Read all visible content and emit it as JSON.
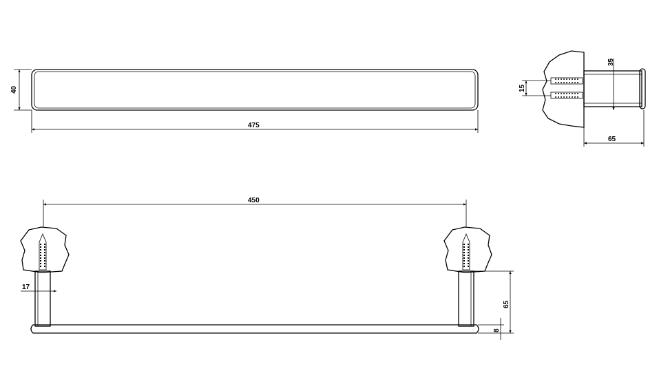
{
  "title": "Towel bar technical drawing",
  "dimensions": {
    "top_height": "40",
    "top_length": "475",
    "side_diameter": "35",
    "side_screw_spacing": "15",
    "side_projection": "65",
    "front_center_distance": "450",
    "front_post_width": "17",
    "front_projection": "65",
    "front_bar_thickness": "8"
  },
  "colors": {
    "line": "#000000",
    "background": "#ffffff"
  }
}
